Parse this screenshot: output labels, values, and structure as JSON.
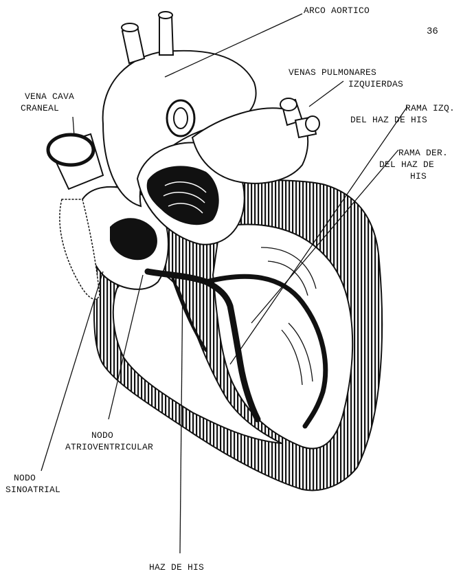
{
  "page_number": "36",
  "labels": {
    "arco_aortico": "ARCO AORTICO",
    "venas_pulmonares_1": "VENAS PULMONARES",
    "venas_pulmonares_2": "IZQUIERDAS",
    "vena_cava_1": "VENA CAVA",
    "vena_cava_2": "CRANEAL",
    "rama_izq_1": "RAMA IZQ.",
    "rama_izq_2": "DEL HAZ DE HIS",
    "rama_der_1": "RAMA DER.",
    "rama_der_2": "DEL HAZ DE",
    "rama_der_3": "HIS",
    "nodo_av_1": "NODO",
    "nodo_av_2": "ATRIOVENTRICULAR",
    "nodo_sa_1": "NODO",
    "nodo_sa_2": "SINOATRIAL",
    "haz_de_his": "HAZ DE HIS"
  }
}
